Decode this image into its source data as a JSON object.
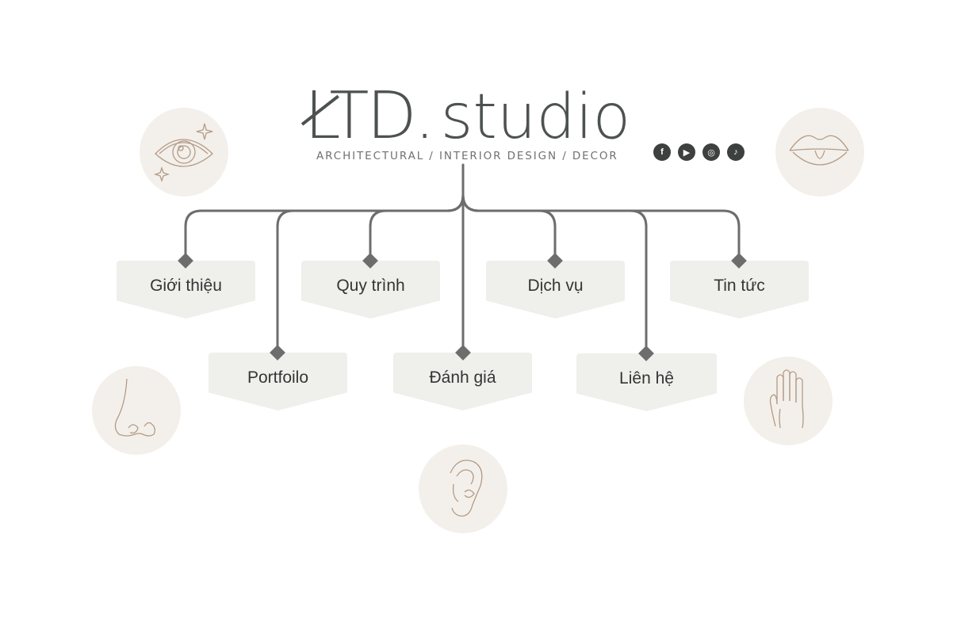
{
  "brand": {
    "logo_mark": "LTD.",
    "logo_word": "studio",
    "tagline": "ARCHITECTURAL / INTERIOR DESIGN / DECOR"
  },
  "social": [
    {
      "icon": "facebook-icon",
      "glyph": "f"
    },
    {
      "icon": "youtube-icon",
      "glyph": "▶"
    },
    {
      "icon": "instagram-icon",
      "glyph": "◎"
    },
    {
      "icon": "tiktok-icon",
      "glyph": "♪"
    }
  ],
  "nav": {
    "gioi_thieu": "Giới thiệu",
    "quy_trinh": "Quy trình",
    "dich_vu": "Dịch vụ",
    "tin_tuc": "Tin tức",
    "portfoilo": "Portfoilo",
    "danh_gia": "Đánh giá",
    "lien_he": "Liên hệ"
  },
  "senses": [
    "eye-icon",
    "lips-icon",
    "nose-icon",
    "hand-icon",
    "ear-icon"
  ],
  "colors": {
    "line": "#6d6d6d",
    "nav_bg": "#efefeb",
    "circle_bg": "#f3f0eb",
    "sketch": "#b49a85",
    "logo": "#4d524f"
  }
}
